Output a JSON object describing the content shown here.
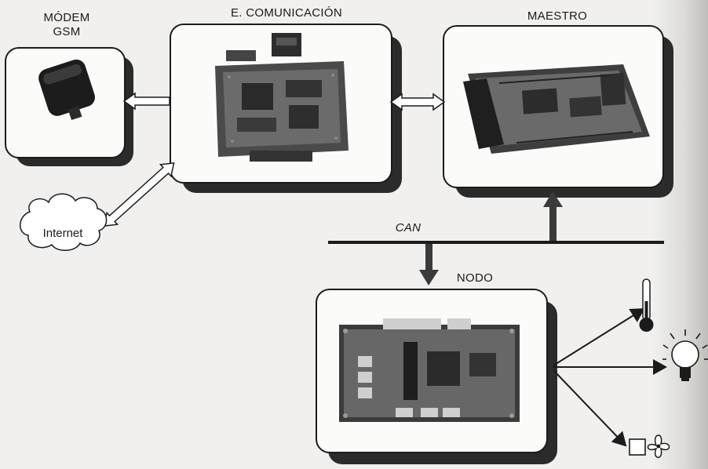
{
  "nodes": {
    "modem": {
      "label": "MÓDEM\nGSM"
    },
    "comm": {
      "label": "E. COMUNICACIÓN"
    },
    "master": {
      "label": "MAESTRO"
    },
    "node": {
      "label": "NODO"
    }
  },
  "bus": {
    "label": "CAN"
  },
  "cloud": {
    "label": "Internet"
  },
  "outputs": [
    "thermometer-icon",
    "light-bulb-icon",
    "fan-icon"
  ],
  "colors": {
    "shadow": "#2b2b2b",
    "line": "#1b1b1b",
    "pcb_dark": "#3a3a3a",
    "pcb_mid": "#6a6a6a"
  }
}
